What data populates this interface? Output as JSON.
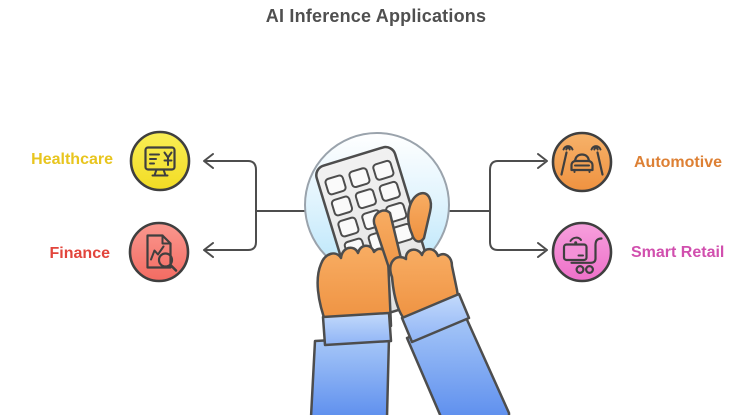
{
  "title": "AI Inference Applications",
  "diagram": {
    "title_color": "#4f4f4f",
    "connector_color": "#4d4d4d",
    "center": {
      "name": "hands-using-calculator",
      "description": "Two hands with blue sleeves tapping a grey calculator keypad over a light-blue circle"
    },
    "nodes": [
      {
        "label": "Healthcare",
        "side": "left",
        "label_color": "#e8c51e",
        "circle_color": "#f5e232",
        "icon": "health-monitor-icon"
      },
      {
        "label": "Finance",
        "side": "left",
        "label_color": "#e2453c",
        "circle_color": "#f7857c",
        "icon": "finance-report-magnifier-icon"
      },
      {
        "label": "Automotive",
        "side": "right",
        "label_color": "#dd8034",
        "circle_color": "#f3a355",
        "icon": "connected-car-icon"
      },
      {
        "label": "Smart Retail",
        "side": "right",
        "label_color": "#d14fae",
        "circle_color": "#f286d1",
        "icon": "smart-shopping-cart-icon"
      }
    ]
  }
}
